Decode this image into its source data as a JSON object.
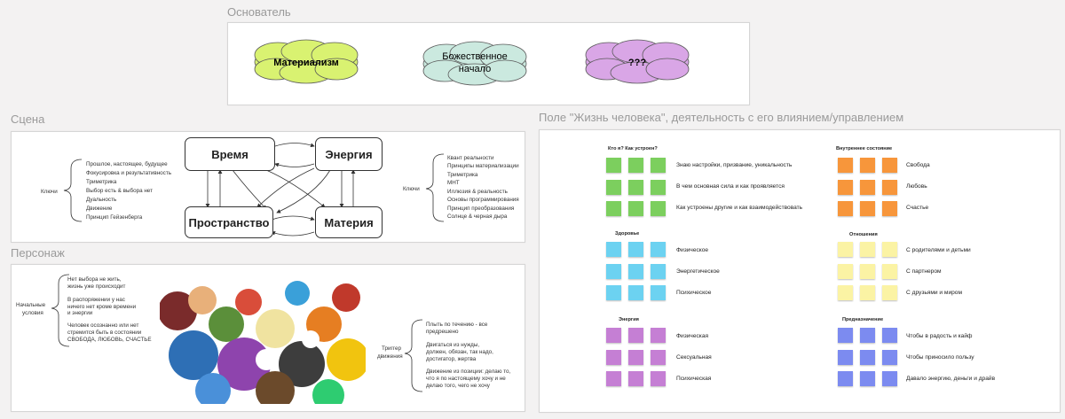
{
  "frames": {
    "founder": "Основатель",
    "scene": "Сцена",
    "character": "Персонаж",
    "life": "Поле \"Жизнь человека\", деятельность с его влиянием/управлением"
  },
  "clouds": {
    "c1": {
      "line1": "Материализм",
      "line2": ""
    },
    "c2": {
      "line1": "Божественное",
      "line2": "начало"
    },
    "c3": {
      "line1": "???",
      "line2": ""
    }
  },
  "colors": {
    "green": "#7ccf5e",
    "orange": "#f7963b",
    "blue": "#6cd2f1",
    "yellow": "#fbf3a4",
    "purple": "#c57fd4",
    "indigo": "#7c8bf0",
    "cloud_green": "#d9f271",
    "cloud_teal": "#cbe9df",
    "cloud_purple": "#d9a6e6"
  },
  "scene": {
    "keys_left_label": "Ключи",
    "keys_left": [
      "Прошлое, настоящее, будущее",
      "Фокусировка и результативность",
      "Триметрика",
      "Выбор есть & выбора нет",
      "Дуальность",
      "Движение",
      "Принцип Гейзенберга"
    ],
    "nodes": {
      "time": "Время",
      "energy": "Энергия",
      "space": "Пространство",
      "matter": "Материя"
    },
    "keys_right_label": "Ключи",
    "keys_right": [
      "Квант реальности",
      "Принципы материализации",
      "Триметрика",
      "МНТ",
      "Иллюзия & реальность",
      "Основы программирования",
      "Принцип преобразования",
      "Солнце & черная дыра"
    ]
  },
  "character": {
    "start_label_1": "Начальные",
    "start_label_2": "условия",
    "start_items": [
      [
        "Нет выбора не жить,",
        "жизнь уже происходит"
      ],
      [
        "В распоряжении у нас",
        "ничего нет кроме времени",
        "и энергии"
      ],
      [
        "Человек осознанно или нет",
        "стремится быть в состоянии",
        "СВОБОДА, ЛЮБОВЬ, СЧАСТЬЕ"
      ]
    ],
    "trigger_label_1": "Триггер",
    "trigger_label_2": "движения",
    "trigger_items": [
      [
        "Плыть по течению - все",
        "предрешено"
      ],
      [
        "Двигаться из нужды,",
        "должен, обязан, так надо,",
        "достигатор, жертва"
      ],
      [
        "Движение из позиции: делаю то,",
        "что я по настоящему хочу и не",
        "делаю того, чего не хочу"
      ]
    ]
  },
  "life": {
    "groups": [
      {
        "title": "Кто я? Как устроен?",
        "color": "green",
        "items": [
          "Знаю настройки, призвание, уникальность",
          "В чем основная сила и как проявляется",
          "Как устроены другие и как взаимодействовать"
        ]
      },
      {
        "title": "Здоровье",
        "color": "blue",
        "items": [
          "Физическое",
          "Энергетическое",
          "Психическое"
        ]
      },
      {
        "title": "Энергия",
        "color": "purple",
        "items": [
          "Физическая",
          "Сексуальная",
          "Психическая"
        ]
      },
      {
        "title": "Внутреннее состояние",
        "color": "orange",
        "items": [
          "Свобода",
          "Любовь",
          "Счастье"
        ]
      },
      {
        "title": "Отношения",
        "color": "yellow",
        "items": [
          "С родителями и детьми",
          "С партнером",
          "С друзьями и миром"
        ]
      },
      {
        "title": "Предназначение",
        "color": "indigo",
        "items": [
          "Чтобы в радость и кайф",
          "Чтобы приносило пользу",
          "Давало энергию, деньги и драйв"
        ]
      }
    ]
  }
}
